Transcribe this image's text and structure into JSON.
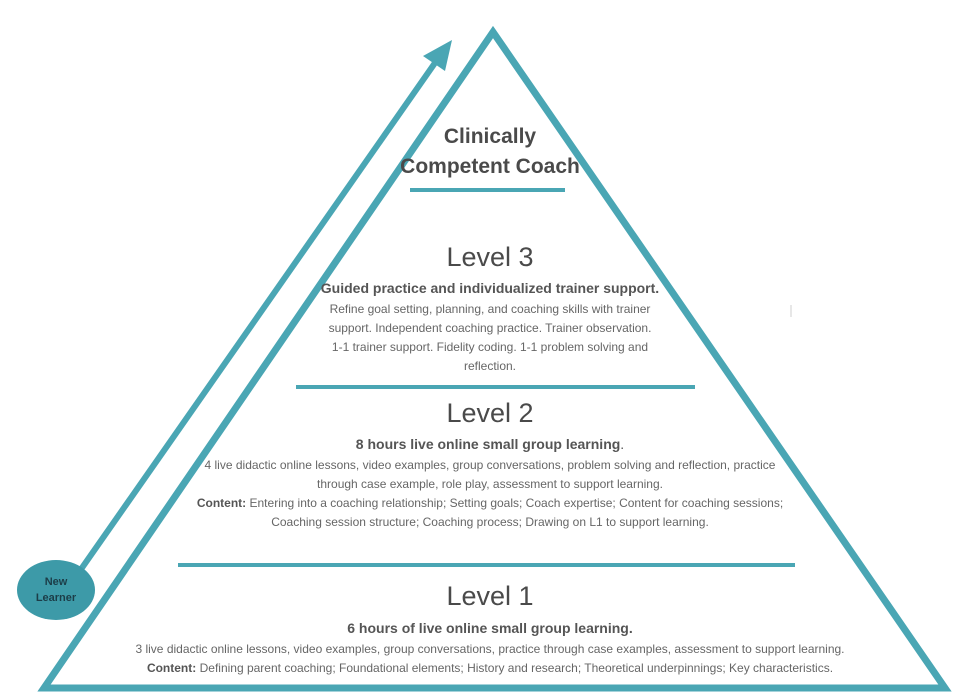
{
  "colors": {
    "teal": "#4aa6b4",
    "badge": "#3d9aa8",
    "text_dark": "#4a4a4a",
    "text_body": "#666666"
  },
  "top": {
    "title_line1": "Clinically",
    "title_line2": "Competent Coach"
  },
  "badge": {
    "line1": "New",
    "line2": "Learner"
  },
  "level3": {
    "title": "Level 3",
    "subtitle": "Guided practice and individualized trainer support.",
    "body_lines": [
      "Refine goal setting, planning, and coaching skills with trainer",
      "support. Independent coaching practice. Trainer observation.",
      "1-1 trainer support. Fidelity coding. 1-1 problem solving and",
      "reflection."
    ]
  },
  "level2": {
    "title": "Level 2",
    "subtitle": "8 hours live online small group learning",
    "subtitle_suffix": ".",
    "body_lines": [
      "4 live didactic online lessons, video examples, group conversations, problem solving and reflection, practice",
      "through case example, role play, assessment to support learning."
    ],
    "content_label": "Content:",
    "content_line1": " Entering into a coaching relationship; Setting goals; Coach expertise; Content for coaching sessions;",
    "content_line2": "Coaching session structure; Coaching process; Drawing on L1 to support learning."
  },
  "level1": {
    "title": "Level 1",
    "subtitle": "6 hours of live online small group learning.",
    "body_line": "3 live didactic online lessons, video examples, group conversations, practice through case examples, assessment to support learning.",
    "content_label": "Content:",
    "content_text": " Defining parent coaching; Foundational elements; History and research; Theoretical underpinnings; Key characteristics."
  }
}
